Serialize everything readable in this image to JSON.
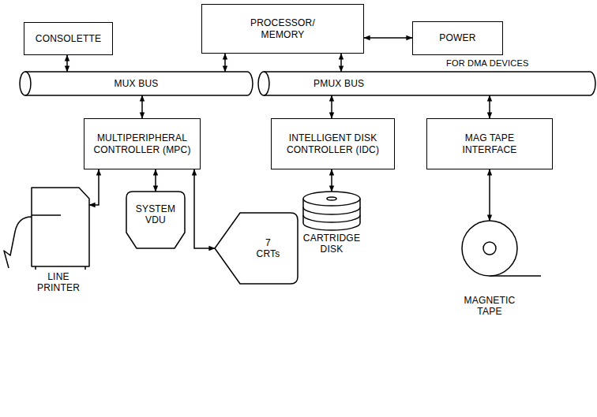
{
  "diagram": {
    "nodes": [
      {
        "text": [
          "CONSOLETTE"
        ]
      },
      {
        "text": [
          "PROCESSOR/ MEMORY"
        ]
      },
      {
        "text": [
          "POWER"
        ]
      },
      {
        "text": [
          "MUX BUS"
        ]
      },
      {
        "text": [
          "PMUX BUS"
        ]
      },
      {
        "text": [
          "MULTIPERIPHERAL CONTROLLER (MPC)"
        ]
      },
      {
        "text": [
          "INTELLIGENT DISK CONTROLLER (IDC)"
        ]
      },
      {
        "text": [
          "MAG TAPE INTERFACE"
        ]
      },
      {
        "text": [
          "LINE PRINTER"
        ]
      },
      {
        "text": [
          "SYSTEM VDU"
        ]
      },
      {
        "text": [
          "7 CRTs"
        ]
      },
      {
        "text": [
          "CARTRIDGE DISK"
        ]
      },
      {
        "text": [
          "MAGNETIC TAPE"
        ]
      }
    ],
    "edges": [
      {
        "from": 0,
        "to": 3,
        "arrow": "both"
      },
      {
        "from": 1,
        "to": 2,
        "arrow": "both"
      },
      {
        "from": 1,
        "to": 3,
        "arrow": "both"
      },
      {
        "from": 1,
        "to": 4,
        "arrow": "both"
      },
      {
        "from": 3,
        "to": 5,
        "arrow": "both"
      },
      {
        "from": 4,
        "to": 6,
        "arrow": "both"
      },
      {
        "from": 4,
        "to": 7,
        "arrow": "both"
      },
      {
        "from": 5,
        "to": 8,
        "arrow": "both"
      },
      {
        "from": 5,
        "to": 9,
        "arrow": "both"
      },
      {
        "from": 5,
        "to": 10,
        "arrow": "both"
      },
      {
        "from": 6,
        "to": 11,
        "arrow": "both"
      },
      {
        "from": 7,
        "to": 12,
        "arrow": "both"
      }
    ],
    "labels": [
      "FOR DMA DEVICES"
    ]
  }
}
